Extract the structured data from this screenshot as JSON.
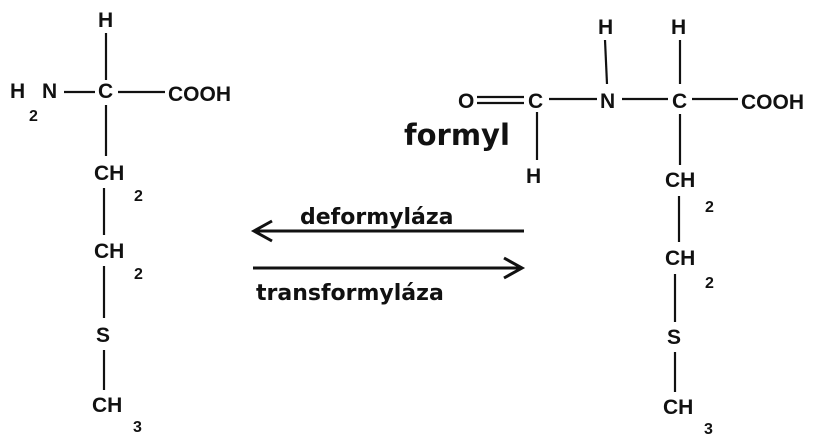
{
  "methionine": {
    "h_top": "H",
    "h2": "H",
    "h2_sub": "2",
    "n": "N",
    "c_alpha": "C",
    "cooh": "COOH",
    "ch2_1": "CH",
    "ch2_1_sub": "2",
    "ch2_2": "CH",
    "ch2_2_sub": "2",
    "s": "S",
    "ch3": "CH",
    "ch3_sub": "3"
  },
  "formylmethionine": {
    "h_n": "H",
    "h_c": "H",
    "o": "O",
    "c_formyl": "C",
    "h_formyl": "H",
    "n": "N",
    "c_alpha": "C",
    "cooh": "COOH",
    "formyl_label": "formyl",
    "ch2_1": "CH",
    "ch2_1_sub": "2",
    "ch2_2": "CH",
    "ch2_2_sub": "2",
    "s": "S",
    "ch3": "CH",
    "ch3_sub": "3"
  },
  "reactions": {
    "deformylase": "deformyláza",
    "transformylase": "transformyláza"
  }
}
